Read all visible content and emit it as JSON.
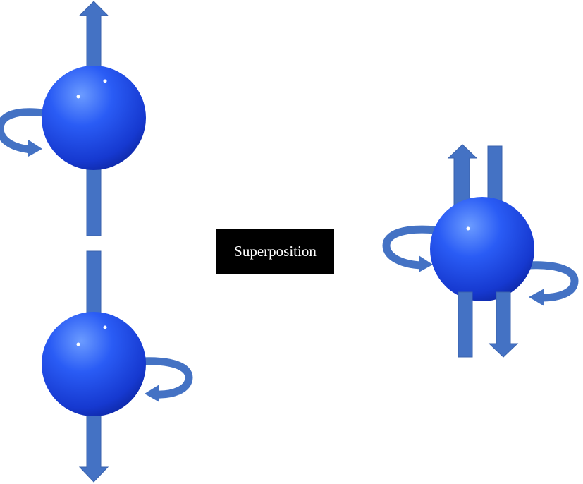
{
  "diagram": {
    "label": "Superposition",
    "colors": {
      "background": "#ffffff",
      "arrow_fill": "#4472c4",
      "arrow_stroke": "#3a62ad",
      "sphere_highlight": "#5f8fff",
      "sphere_mid": "#1f4ff0",
      "sphere_dark": "#0a1f8f",
      "label_bg": "#000000",
      "label_text": "#ffffff"
    },
    "elements": [
      {
        "name": "spin-up-electron",
        "spin": "up"
      },
      {
        "name": "spin-down-electron",
        "spin": "down"
      },
      {
        "name": "superposition-electron",
        "spin": "up-and-down"
      }
    ]
  }
}
